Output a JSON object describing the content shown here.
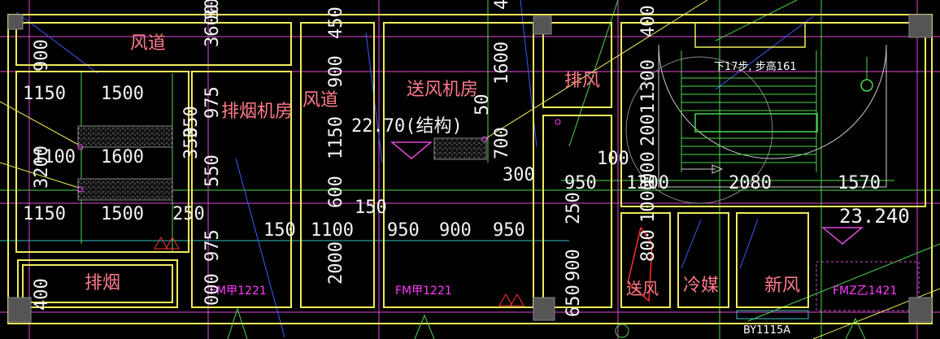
{
  "colors": {
    "background": "#000000",
    "wall": "#f0ec5a",
    "magenta": "#e04bd8",
    "green": "#4cd84c",
    "cyan": "#33c6c6",
    "blue": "#3c5cff",
    "room_text": "#ff7b8a",
    "dim_text": "#f4f4f4",
    "red": "#ff3030"
  },
  "rooms": {
    "air_duct_top": "风道",
    "smoke_exhaust_room": "排烟机房",
    "air_duct_mid": "风道",
    "supply_air_room": "送风机房",
    "exhaust_air": "排风",
    "smoke_exhaust_bottom": "排烟",
    "supply_air_small": "送风",
    "refrigerant": "冷媒",
    "fresh_air": "新风"
  },
  "doors": {
    "door_1": "FM甲1221",
    "door_2": "FM甲1221",
    "door_3": "FMZ乙1421",
    "door_4": "BY1115A"
  },
  "elevations": {
    "structural": "22.70(结构)",
    "level": "23.240"
  },
  "notes": {
    "stair": "下17步, 步高161"
  },
  "dimensions": {
    "d_900_top": "900",
    "d_1150_a": "1150",
    "d_1500_a": "1500",
    "d_3200": "3200",
    "d_1100_a": "1100",
    "d_1600_a": "1600",
    "d_1150_b": "1150",
    "d_1500_b": "1500",
    "d_250_a": "250",
    "d_400_bl": "400",
    "d_3600": "3600",
    "d_300_a": "300",
    "d_975_a": "975",
    "d_550_a": "550",
    "d_350_a": "350",
    "d_350_b": "350",
    "d_975_b": "975",
    "d_000": "000",
    "d_450": "450",
    "d_900_b": "900",
    "d_1150_c": "1150",
    "d_600_a": "600",
    "d_2000_a": "2000",
    "d_150_a": "150",
    "d_150_b": "150",
    "d_1100_b": "1100",
    "d_950_a": "950",
    "d_900_c": "900",
    "d_950_b": "950",
    "d_4": "4",
    "d_1600_b": "1600",
    "d_50": "50",
    "d_700": "700",
    "d_300_b": "300",
    "d_100": "100",
    "d_950_c": "950",
    "d_1300_a": "1300",
    "d_250_b": "250",
    "d_900_d": "900",
    "d_650": "650",
    "d_400_tr": "400",
    "d_1300_b": "1300",
    "d_2001": "2001",
    "d_000_b": "000",
    "d_2080": "2080",
    "d_1570": "1570",
    "d_800": "800",
    "d_1000": "1000"
  }
}
